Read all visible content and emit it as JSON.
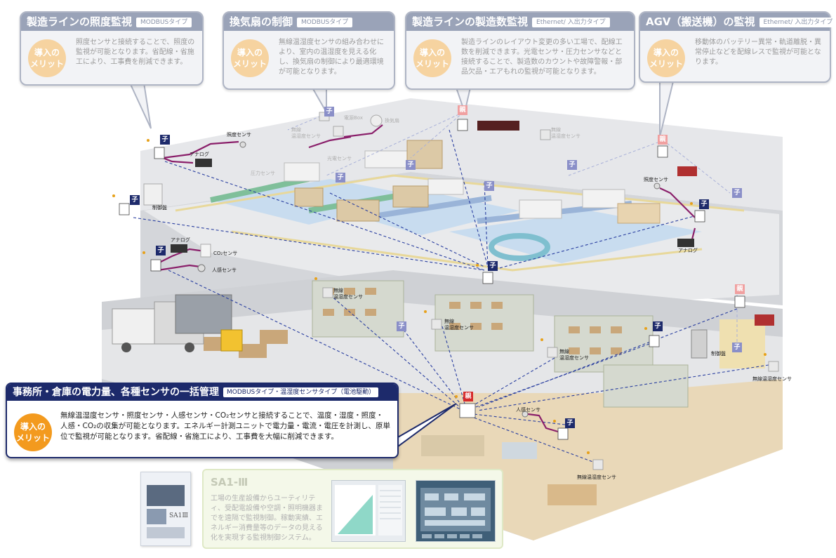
{
  "callouts": [
    {
      "title": "製造ラインの照度監視",
      "tag": "MODBUSタイプ",
      "merit_line1": "導入の",
      "merit_line2": "メリット",
      "body": "照度センサと接続することで、照度の監視が可能となります。省配線・省施工により、工事費を削減できます。"
    },
    {
      "title": "換気扇の制御",
      "tag": "MODBUSタイプ",
      "merit_line1": "導入の",
      "merit_line2": "メリット",
      "body": "無線温湿度センサの組み合わせにより、室内の温湿度を見える化し、換気扇の制御により最適環境が可能となります。"
    },
    {
      "title": "製造ラインの製造数監視",
      "tag": "Ethernet/ 入出力タイプ",
      "merit_line1": "導入の",
      "merit_line2": "メリット",
      "body": "製造ラインのレイアウト変更の多い工場で、配線工数を削減できます。光電センサ・圧力センサなどと接続することで、製造数のカウントや故障警報・部品欠品・エアもれの監視が可能となります。"
    },
    {
      "title": "AGV（搬送機）の監視",
      "tag": "Ethernet/ 入出力タイプ",
      "merit_line1": "導入の",
      "merit_line2": "メリット",
      "body": "移動体のバッテリー異常・軌道離脱・異常停止などを配線レスで監視が可能となります。"
    }
  ],
  "main_callout": {
    "title": "事務所・倉庫の電力量、各種センサの一括管理",
    "tag": "MODBUSタイプ・温湿度センサタイプ（電池駆動）",
    "merit_line1": "導入の",
    "merit_line2": "メリット",
    "body": "無線温湿度センサ・照度センサ・人感センサ・CO₂センサと接続することで、温度・湿度・照度・人感・CO₂の収集が可能となります。エネルギー計測ユニットで電力量・電流・電圧を計測し、原単位で監視が可能となります。省配線・省施工により、工事費を大幅に削減できます。"
  },
  "sa_panel": {
    "title": "SA1-Ⅲ",
    "body": "工場の生産設備からユーティリティ、受配電設備や空調・照明機器までを遠隔で監視制御。稼動実績、エネルギー消費量等のデータの見える化を実現する監視制御システム。"
  },
  "brochure_title": "SA1Ⅲ",
  "labels": {
    "illuminance_sensor_top": "照度センサ",
    "analog_top": "アナログ",
    "control_panel_left": "制御盤",
    "analog_mid": "アナログ",
    "co2_sensor": "CO₂センサ",
    "human_sensor_left": "人感センサ",
    "power_box": "電源Box",
    "exhaust_fan": "換気扇",
    "wireless_th_faded_left": "無線\n温湿度センサ",
    "wireless_th_faded_right": "無線\n温湿度センサ",
    "photo_sensor": "光電センサ",
    "pressure_sensor": "圧力センサ",
    "illuminance_sensor_right": "照度センサ",
    "analog_right": "アナログ",
    "wireless_th_1": "無線\n温湿度センサ",
    "wireless_th_2": "無線\n温湿度センサ",
    "wireless_th_3": "無線\n温湿度センサ",
    "control_panel_right": "制御盤",
    "wireless_th_4": "無線温湿度センサ",
    "human_sensor_bottom": "人感センサ",
    "wireless_th_5": "無線温湿度センサ"
  },
  "badges": {
    "child": "子",
    "parent": "親"
  },
  "colors": {
    "navy": "#1d2a6b",
    "callout_header": "#9aa3b8",
    "merit_orange": "#f39a1e",
    "merit_faded": "#f6d3a0",
    "link_dash": "#2a3fa0",
    "wire": "#8a1f6a"
  }
}
